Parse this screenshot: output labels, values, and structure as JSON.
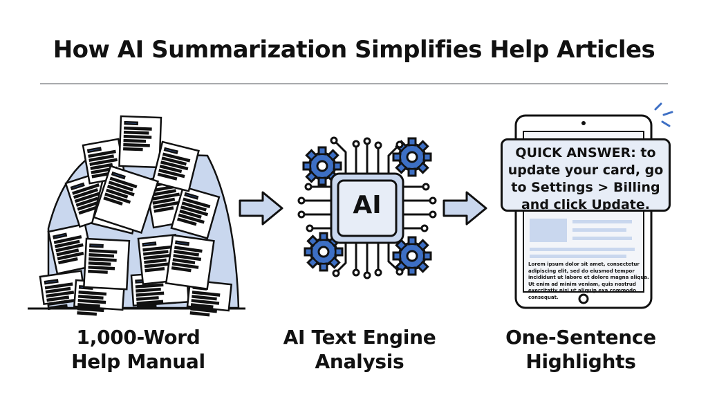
{
  "title": "How AI Summarization Simplifies Help Articles",
  "colors": {
    "accent": "#3d6fc4",
    "accent_light": "#c9d7ee",
    "ink": "#111111",
    "paper": "#f3f5f9"
  },
  "steps": [
    {
      "caption_line1": "1,000-Word",
      "caption_line2": "Help Manual",
      "icon": "document-pile-icon"
    },
    {
      "caption_line1": "AI Text Engine",
      "caption_line2": "Analysis",
      "icon": "ai-chip-gears-icon",
      "chip_label": "AI"
    },
    {
      "caption_line1": "One-Sentence",
      "caption_line2": "Highlights",
      "icon": "tablet-icon"
    }
  ],
  "tablet": {
    "quick_answer": "QUICK ANSWER: to update your card, go to Settings > Billing and click Update.",
    "body_text": "Lorem ipsum dolor sit amet, consectetur adipiscing elit, sed do eiusmod tempor incididunt ut labore et dolore magna aliqua. Ut enim ad minim veniam, quis nostrud exercitativ nisi ut aliquip exa commodo consequat."
  }
}
